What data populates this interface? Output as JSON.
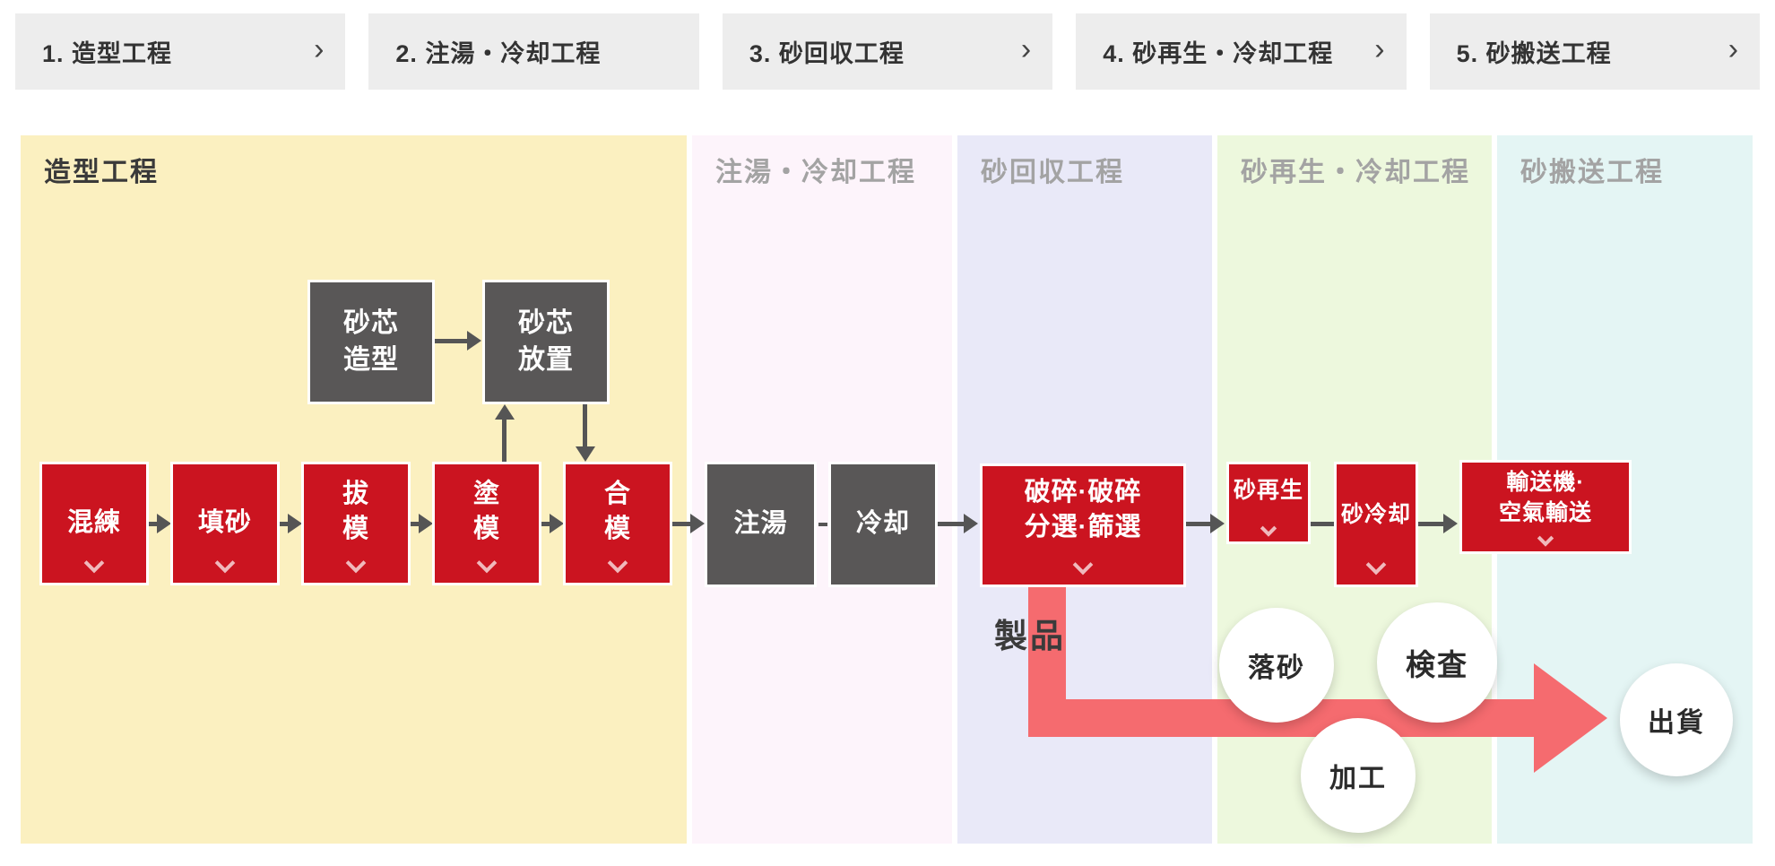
{
  "tabs": [
    {
      "label": "1. 造型工程",
      "chevron": "›"
    },
    {
      "label": "2. 注湯・冷却工程",
      "chevron": ""
    },
    {
      "label": "3. 砂回収工程",
      "chevron": "›"
    },
    {
      "label": "4. 砂再生・冷却工程",
      "chevron": "›"
    },
    {
      "label": "5. 砂搬送工程",
      "chevron": "›"
    }
  ],
  "sections": [
    {
      "title": "造型工程"
    },
    {
      "title": "注湯・冷却工程"
    },
    {
      "title": "砂回収工程"
    },
    {
      "title": "砂再生・冷却工程"
    },
    {
      "title": "砂搬送工程"
    }
  ],
  "nodes": {
    "mixing": "混練",
    "sand_filling": "填砂",
    "pattern_draw": "拔\n模",
    "coating": "塗\n模",
    "mold_closing": "合\n模",
    "core_making": "砂芯\n造型",
    "core_setting": "砂芯\n放置",
    "pouring": "注湯",
    "cooling": "冷却",
    "crushing": "破碎·破碎\n分選·篩選",
    "sand_reclaim": "砂再生",
    "sand_cooling": "砂冷却",
    "conveying": "輸送機·\n空氣輸送",
    "product": "製品",
    "shakeout": "落砂",
    "inspection": "検査",
    "machining": "加工",
    "shipping": "出貨"
  },
  "colors": {
    "box_red": "#cb1420",
    "box_gray": "#595757",
    "section_yellow": "#fbf0c0",
    "section_pink": "#fdf4fb",
    "section_lavender": "#e9e9f8",
    "section_green": "#edf8dd",
    "section_cyan": "#e4f5f4",
    "product_flow_pink": "#f56b6f",
    "connector_gray": "#555555",
    "tab_bg": "#ededed"
  }
}
